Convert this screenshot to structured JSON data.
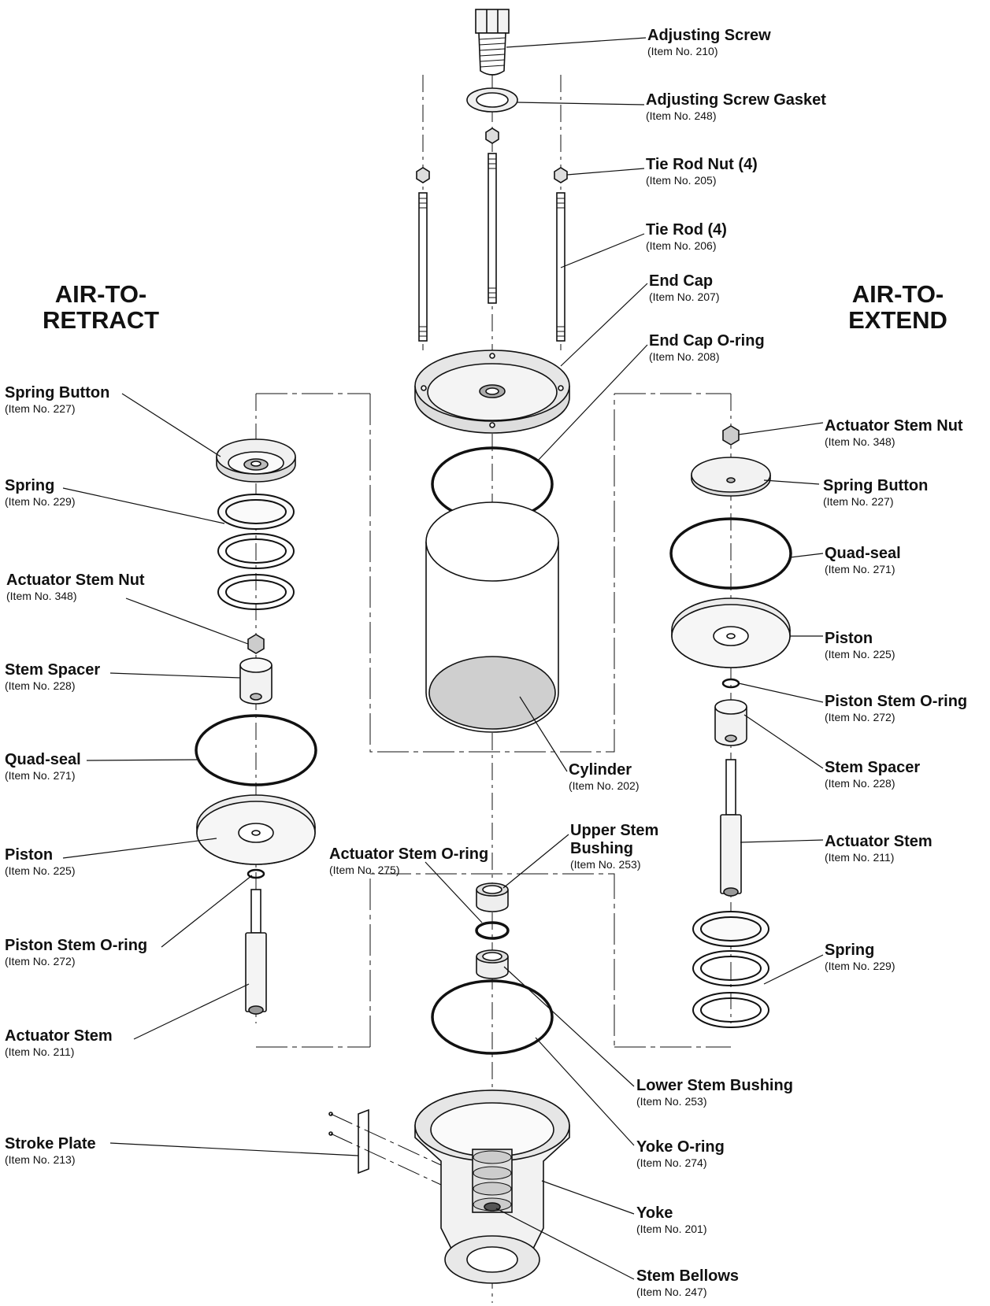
{
  "titles": {
    "retract": "AIR-TO-\nRETRACT",
    "extend": "AIR-TO-\nEXTEND"
  },
  "parts": [
    {
      "id": "adjusting-screw",
      "name": "Adjusting Screw",
      "item": "(Item No. 210)"
    },
    {
      "id": "adjusting-screw-gasket",
      "name": "Adjusting Screw Gasket",
      "item": "(Item No. 248)"
    },
    {
      "id": "tie-rod-nut",
      "name": "Tie Rod Nut (4)",
      "item": "(Item No. 205)"
    },
    {
      "id": "tie-rod",
      "name": "Tie Rod (4)",
      "item": "(Item No. 206)"
    },
    {
      "id": "end-cap",
      "name": "End Cap",
      "item": "(Item No. 207)"
    },
    {
      "id": "end-cap-o-ring",
      "name": "End Cap O-ring",
      "item": "(Item No. 208)"
    },
    {
      "id": "cylinder",
      "name": "Cylinder",
      "item": "(Item No. 202)"
    },
    {
      "id": "upper-stem-bushing",
      "name": "Upper Stem Bushing",
      "item": "(Item No. 253)"
    },
    {
      "id": "actuator-stem-o-ring",
      "name": "Actuator Stem O-ring",
      "item": "(Item No. 275)"
    },
    {
      "id": "lower-stem-bushing",
      "name": "Lower Stem Bushing",
      "item": "(Item No. 253)"
    },
    {
      "id": "yoke-o-ring",
      "name": "Yoke O-ring",
      "item": "(Item No. 274)"
    },
    {
      "id": "yoke",
      "name": "Yoke",
      "item": "(Item No. 201)"
    },
    {
      "id": "stem-bellows",
      "name": "Stem Bellows",
      "item": "(Item No. 247)"
    },
    {
      "id": "stroke-plate",
      "name": "Stroke Plate",
      "item": "(Item No. 213)"
    },
    {
      "id": "retract-spring-button",
      "name": "Spring Button",
      "item": "(Item No. 227)"
    },
    {
      "id": "retract-spring",
      "name": "Spring",
      "item": "(Item No. 229)"
    },
    {
      "id": "retract-actuator-stem-nut",
      "name": "Actuator Stem Nut",
      "item": "(Item No. 348)"
    },
    {
      "id": "retract-stem-spacer",
      "name": "Stem Spacer",
      "item": "(Item No. 228)"
    },
    {
      "id": "retract-quad-seal",
      "name": "Quad-seal",
      "item": "(Item No. 271)"
    },
    {
      "id": "retract-piston",
      "name": "Piston",
      "item": "(Item No. 225)"
    },
    {
      "id": "retract-piston-stem-o-ring",
      "name": "Piston Stem O-ring",
      "item": "(Item No. 272)"
    },
    {
      "id": "retract-actuator-stem",
      "name": "Actuator Stem",
      "item": "(Item No. 211)"
    },
    {
      "id": "extend-actuator-stem-nut",
      "name": "Actuator Stem Nut",
      "item": "(Item No. 348)"
    },
    {
      "id": "extend-spring-button",
      "name": "Spring Button",
      "item": "(Item No. 227)"
    },
    {
      "id": "extend-quad-seal",
      "name": "Quad-seal",
      "item": "(Item No. 271)"
    },
    {
      "id": "extend-piston",
      "name": "Piston",
      "item": "(Item No. 225)"
    },
    {
      "id": "extend-piston-stem-o-ring",
      "name": "Piston Stem O-ring",
      "item": "(Item No. 272)"
    },
    {
      "id": "extend-stem-spacer",
      "name": "Stem Spacer",
      "item": "(Item No. 228)"
    },
    {
      "id": "extend-actuator-stem",
      "name": "Actuator Stem",
      "item": "(Item No. 211)"
    },
    {
      "id": "extend-spring",
      "name": "Spring",
      "item": "(Item No. 229)"
    }
  ]
}
